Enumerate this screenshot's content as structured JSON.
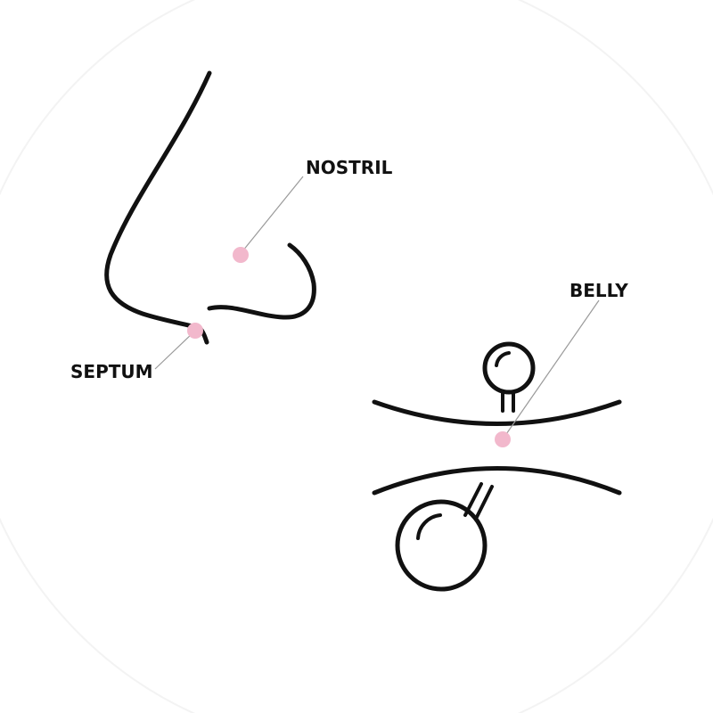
{
  "colors": {
    "background": "#ffffff",
    "ink": "#111111",
    "marker": "#f2b8cc",
    "leader": "#9a9a9a"
  },
  "labels": {
    "nostril": "NOSTRIL",
    "septum": "SEPTUM",
    "belly": "BELLY"
  },
  "icons": {
    "nose": "nose-outline-icon",
    "belly": "belly-barbell-icon"
  }
}
